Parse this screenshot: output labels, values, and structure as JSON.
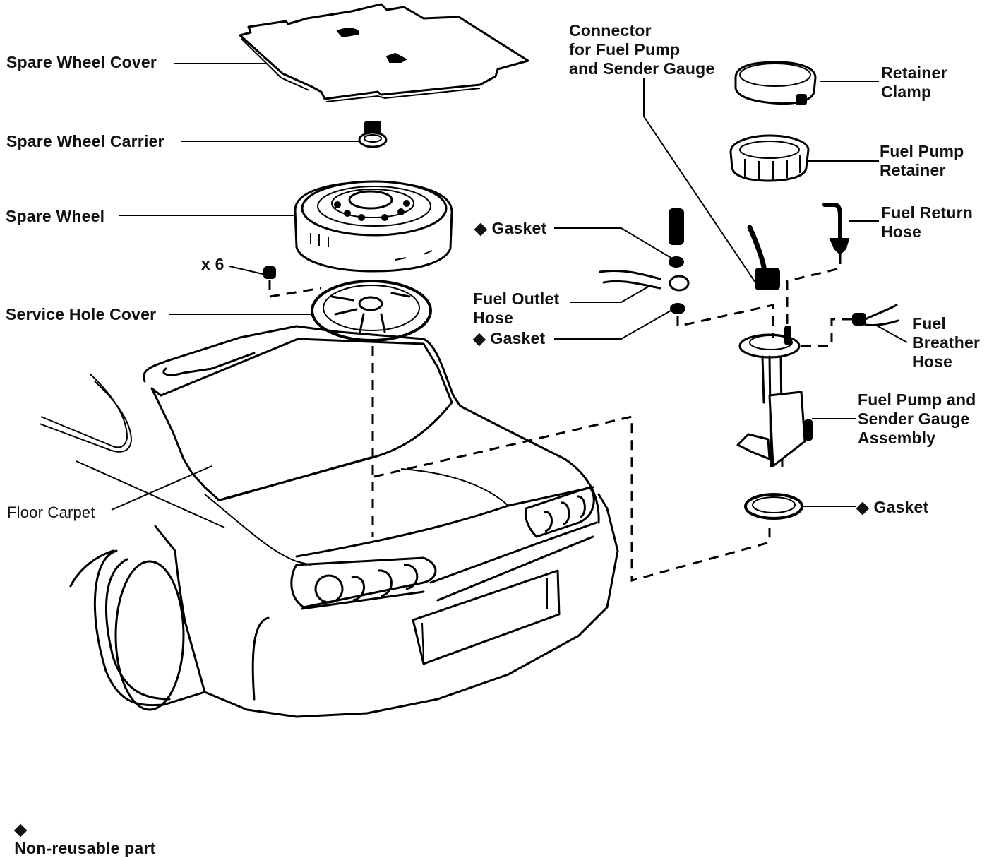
{
  "diagram": {
    "type": "exploded parts diagram",
    "labels": {
      "spare_wheel_cover": "Spare Wheel Cover",
      "spare_wheel_carrier": "Spare Wheel Carrier",
      "spare_wheel": "Spare Wheel",
      "nut_count": "x 6",
      "service_hole_cover": "Service Hole Cover",
      "floor_carpet": "Floor Carpet",
      "connector": "Connector\nfor Fuel Pump\nand Sender Gauge",
      "retainer_clamp": "Retainer\nClamp",
      "fuel_pump_retainer": "Fuel Pump\nRetainer",
      "fuel_return_hose": "Fuel Return\nHose",
      "gasket_upper": "◆ Gasket",
      "fuel_outlet_hose": "Fuel Outlet\nHose",
      "gasket_lower": "◆ Gasket",
      "fuel_breather_hose": "Fuel\nBreather\nHose",
      "fuel_pump_assembly": "Fuel Pump and\nSender Gauge\nAssembly",
      "gasket_pump": "◆ Gasket"
    },
    "legend": {
      "symbol": "◆",
      "text": "Non-reusable part"
    }
  }
}
